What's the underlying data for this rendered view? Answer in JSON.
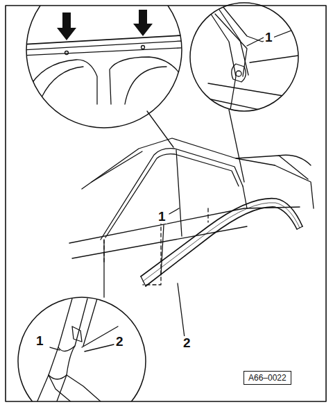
{
  "diagram": {
    "nodes": [
      {
        "text": [
          "A66–0022"
        ]
      }
    ],
    "labels": [
      "1",
      "1",
      "1",
      "2",
      "2"
    ]
  }
}
